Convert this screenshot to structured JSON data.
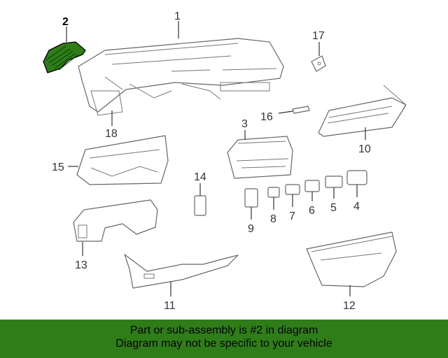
{
  "callouts": {
    "c1": "1",
    "c2": "2",
    "c3": "3",
    "c4": "4",
    "c5": "5",
    "c6": "6",
    "c7": "7",
    "c8": "8",
    "c9": "9",
    "c10": "10",
    "c11": "11",
    "c12": "12",
    "c13": "13",
    "c14": "14",
    "c15": "15",
    "c16": "16",
    "c17": "17",
    "c18": "18"
  },
  "highlight_color": "#2e7d18",
  "banner": {
    "line1": "Part or sub-assembly is #2 in diagram",
    "line2": "Diagram may not be specific to your vehicle"
  }
}
